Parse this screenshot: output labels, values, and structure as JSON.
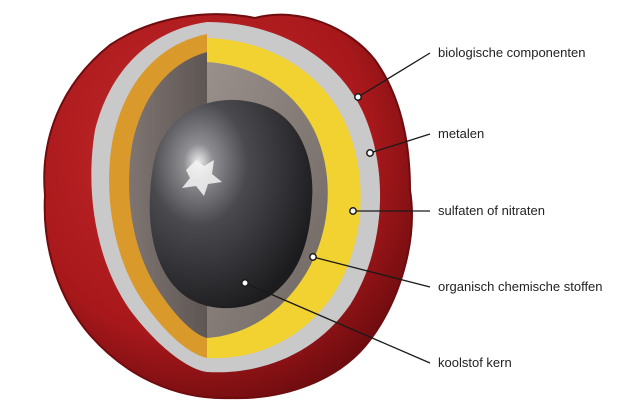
{
  "labels": {
    "biological": "biologische componenten",
    "metals": "metalen",
    "sulfates": "sulfaten of nitraten",
    "organic": "organisch chemische stoffen",
    "carbon": "koolstof kern"
  },
  "colors": {
    "outer_shell": "#a8181b",
    "shell_dark": "#7c0f12",
    "biological_layer": "#c9c9c9",
    "metals_left": "#d99a2b",
    "sulfates_layer": "#f2d230",
    "organic_layer": "#8a807c",
    "carbon_core": "#3a3a3d",
    "leader_line": "#1a1a1a"
  }
}
